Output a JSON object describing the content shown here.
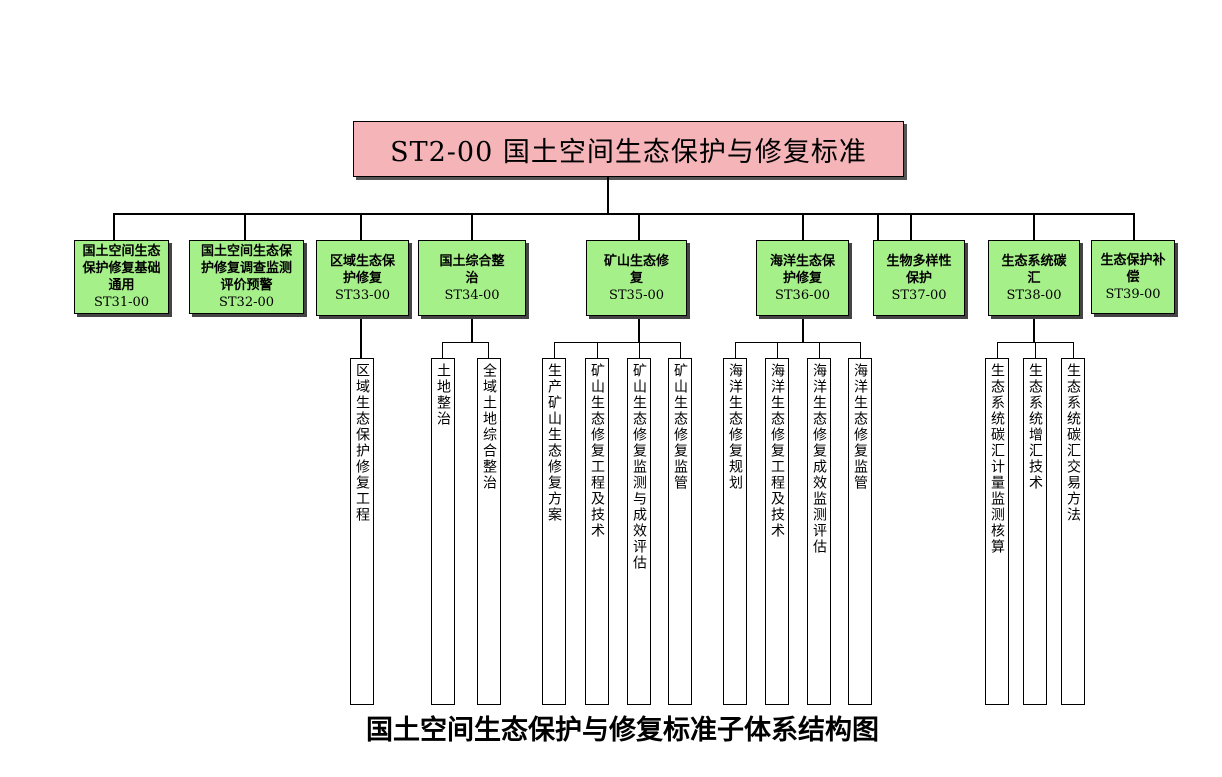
{
  "root": {
    "label": "ST2-00 国土空间生态保护与修复标准"
  },
  "categories": [
    {
      "title": "国土空间生态保护修复基础通用",
      "code": "ST31-00",
      "children": []
    },
    {
      "title": "国土空间生态保护修复调查监测评价预警",
      "code": "ST32-00",
      "children": []
    },
    {
      "title": "区域生态保护修复",
      "code": "ST33-00",
      "children": [
        "区域生态保护修复工程"
      ]
    },
    {
      "title": "国土综合整治",
      "code": "ST34-00",
      "children": [
        "土地整治",
        "全域土地综合整治"
      ]
    },
    {
      "title": "矿山生态修复",
      "code": "ST35-00",
      "children": [
        "生产矿山生态修复方案",
        "矿山生态修复工程及技术",
        "矿山生态修复监测与成效评估",
        "矿山生态修复监管"
      ]
    },
    {
      "title": "海洋生态保护修复",
      "code": "ST36-00",
      "children": [
        "海洋生态修复规划",
        "海洋生态修复工程及技术",
        "海洋生态修复成效监测评估",
        "海洋生态修复监管"
      ]
    },
    {
      "title": "生物多样性保护",
      "code": "ST37-00",
      "children": []
    },
    {
      "title": "生态系统碳汇",
      "code": "ST38-00",
      "children": [
        "生态系统碳汇计量监测核算",
        "生态系统增汇技术",
        "生态系统碳汇交易方法"
      ]
    },
    {
      "title": "生态保护补偿",
      "code": "ST39-00",
      "children": []
    }
  ],
  "caption": "国土空间生态保护与修复标准子体系结构图"
}
